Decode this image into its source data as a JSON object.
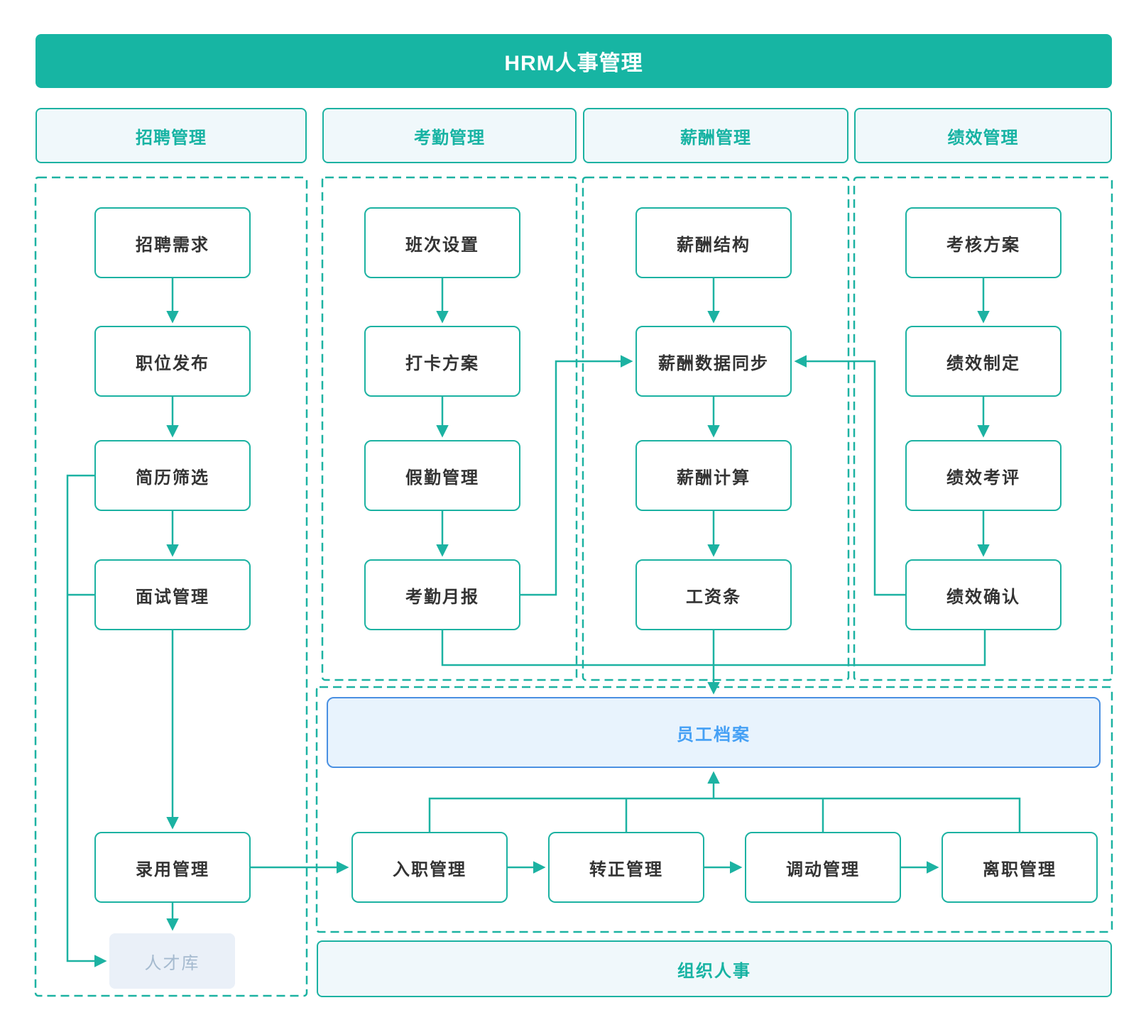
{
  "app": {
    "title": "HRM人事管理"
  },
  "colors": {
    "teal": "#17b3a3",
    "banner_bg": "#17b5a3",
    "header_bg": "#f0f8fb",
    "node_border": "#1cb2a2",
    "node_text": "#333333",
    "blue_border": "#4a90e2",
    "blue_bg": "#e8f3fd",
    "blue_text": "#45a0f5",
    "muted_bg": "#eaf0f8",
    "muted_text": "#a5bacf"
  },
  "columns": [
    {
      "header": "招聘管理",
      "nodes": [
        "招聘需求",
        "职位发布",
        "简历筛选",
        "面试管理",
        "录用管理"
      ]
    },
    {
      "header": "考勤管理",
      "nodes": [
        "班次设置",
        "打卡方案",
        "假勤管理",
        "考勤月报"
      ]
    },
    {
      "header": "薪酬管理",
      "nodes": [
        "薪酬结构",
        "薪酬数据同步",
        "薪酬计算",
        "工资条"
      ]
    },
    {
      "header": "绩效管理",
      "nodes": [
        "考核方案",
        "绩效制定",
        "绩效考评",
        "绩效确认"
      ]
    }
  ],
  "talent_pool": "人才库",
  "employee_archive": "员工档案",
  "bottom_row": [
    "入职管理",
    "转正管理",
    "调动管理",
    "离职管理"
  ],
  "org_band": "组织人事"
}
